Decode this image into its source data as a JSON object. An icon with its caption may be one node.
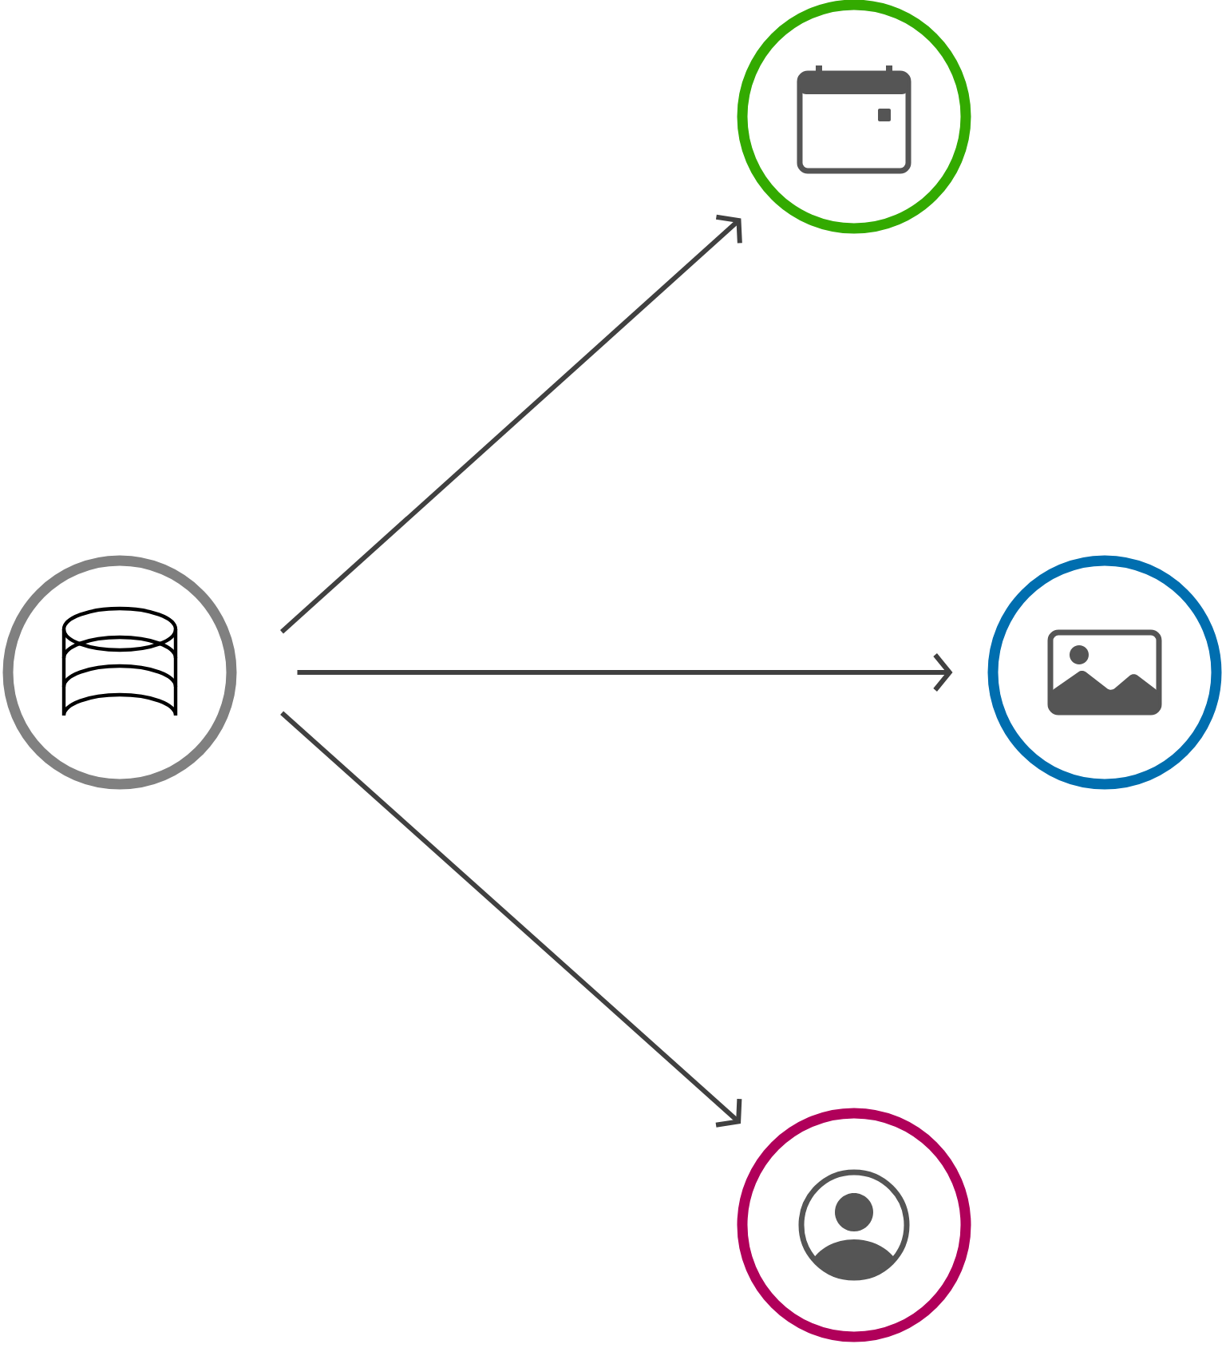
{
  "diagram": {
    "nodes": [
      {
        "text": [],
        "shape": "circle"
      },
      {
        "text": [],
        "shape": "circle"
      },
      {
        "text": [],
        "shape": "circle"
      },
      {
        "text": [],
        "shape": "circle"
      }
    ],
    "edges": [
      {
        "from": 0,
        "to": 1,
        "arrow": "to"
      },
      {
        "from": 0,
        "to": 2,
        "arrow": "to"
      },
      {
        "from": 0,
        "to": 3,
        "arrow": "to"
      }
    ]
  }
}
